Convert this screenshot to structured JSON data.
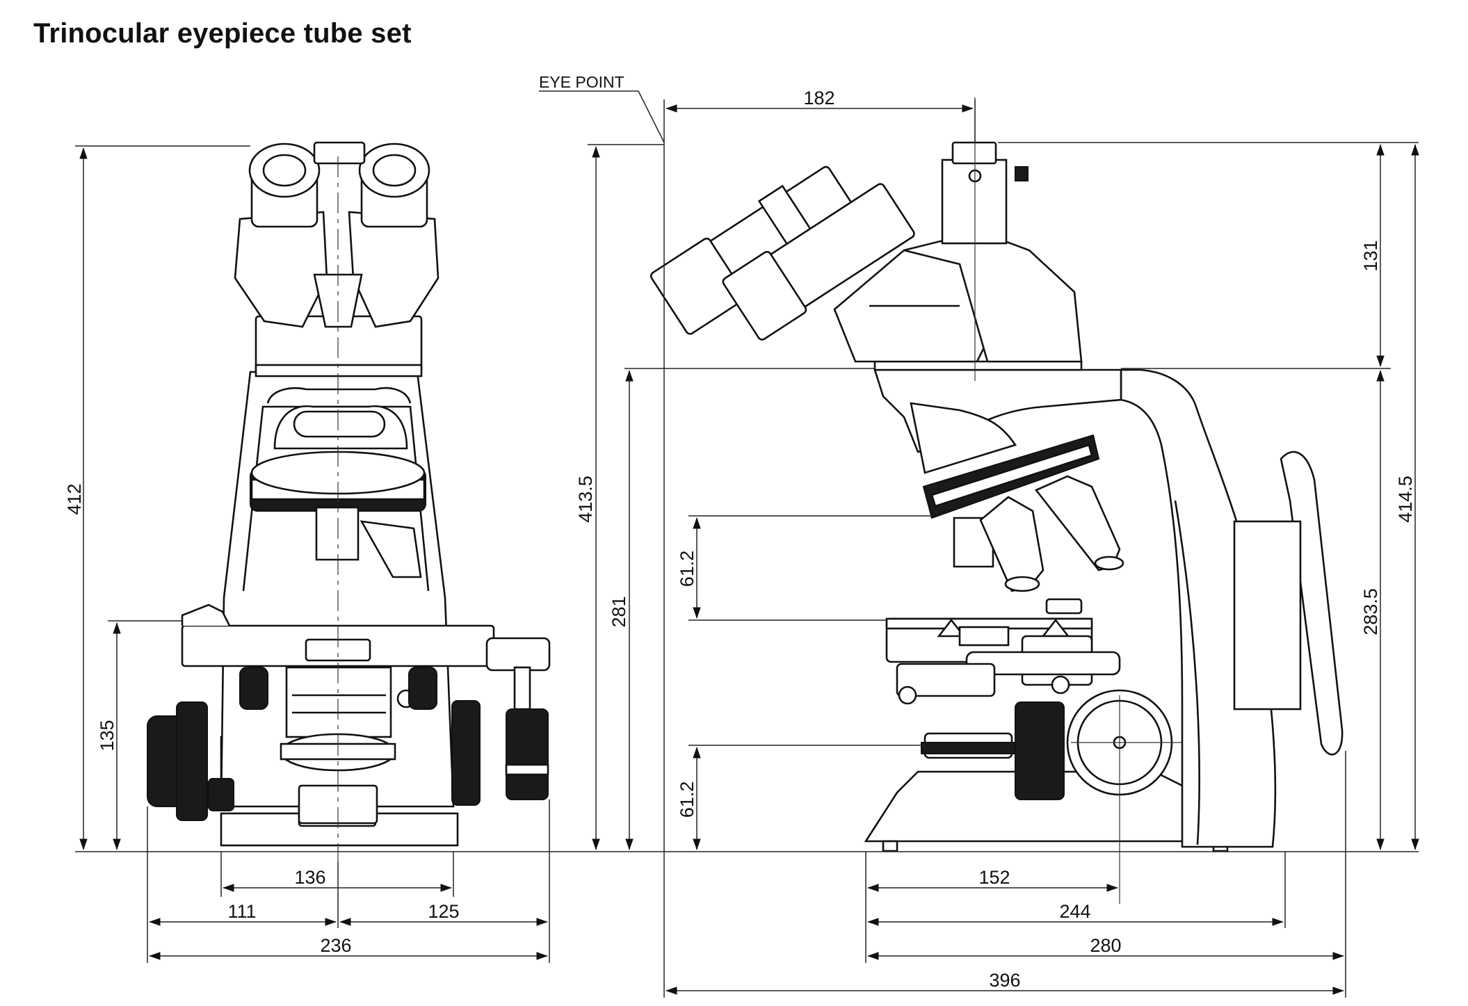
{
  "title": "Trinocular eyepiece tube set",
  "callouts": {
    "eye_point": "EYE POINT"
  },
  "front_view": {
    "height_total": "412",
    "stage_height": "135",
    "base_width": "136",
    "left_half": "111",
    "right_half": "125",
    "total_width": "236"
  },
  "side_view": {
    "eyepiece_to_axis": "182",
    "head_height": "131",
    "total_height_left": "413.5",
    "arm_height": "281",
    "objective_gap": "61.2",
    "condenser_gap": "61.2",
    "total_height_right": "414.5",
    "arm_height_right": "283.5",
    "axis_depth": "152",
    "base_depth": "244",
    "body_depth": "280",
    "overall_depth": "396"
  }
}
